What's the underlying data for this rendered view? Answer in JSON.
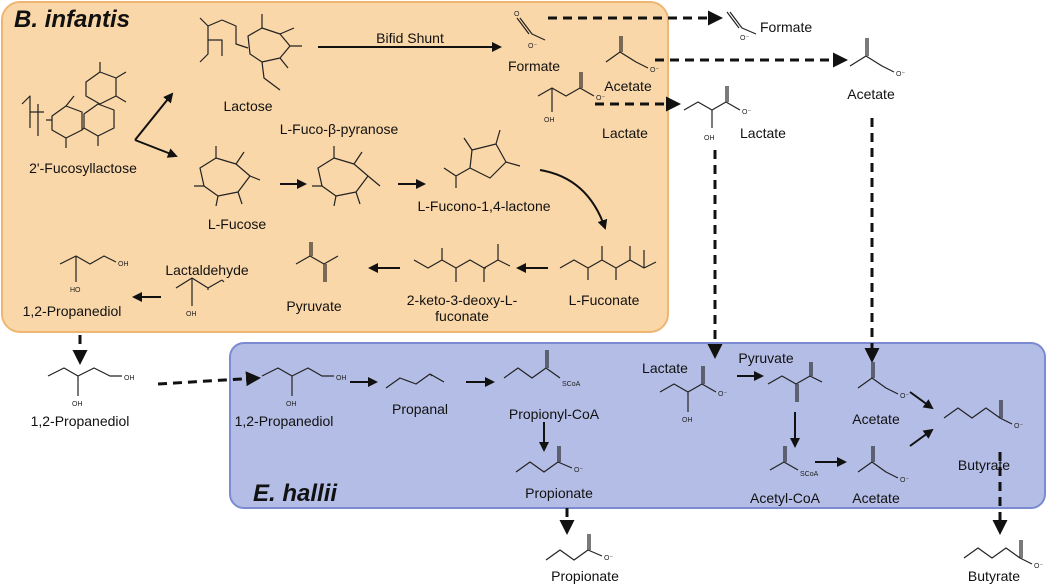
{
  "colors": {
    "b_infantis_fill": "#fad7a8",
    "b_infantis_border": "#efb672",
    "e_hallii_fill": "#b4bde6",
    "e_hallii_border": "#7c8bd0"
  },
  "organisms": {
    "b_infantis": "B. infantis",
    "e_hallii": "E. hallii"
  },
  "pathway": {
    "bifid_shunt": "Bifid Shunt"
  },
  "b_infantis": {
    "fucosyllactose": "2'-Fucosyllactose",
    "lactose": "Lactose",
    "fuco_pyranose": "L-Fuco-β-pyranose",
    "fucose": "L-Fucose",
    "fucono_lactone": "L-Fucono-1,4-lactone",
    "fuconate": "L-Fuconate",
    "keto_deoxy_line1": "2-keto-3-deoxy-L-",
    "keto_deoxy_line2": "fuconate",
    "pyruvate": "Pyruvate",
    "lactaldehyde": "Lactaldehyde",
    "propanediol": "1,2-Propanediol",
    "formate": "Formate",
    "acetate": "Acetate",
    "lactate": "Lactate"
  },
  "external": {
    "formate": "Formate",
    "acetate": "Acetate",
    "lactate": "Lactate",
    "propanediol": "1,2-Propanediol",
    "propionate": "Propionate",
    "butyrate": "Butyrate"
  },
  "e_hallii": {
    "propanediol": "1,2-Propanediol",
    "propanal": "Propanal",
    "propionyl_coa": "Propionyl-CoA",
    "propionate": "Propionate",
    "lactate": "Lactate",
    "pyruvate": "Pyruvate",
    "acetyl_coa": "Acetyl-CoA",
    "acetate_upper": "Acetate",
    "acetate_lower": "Acetate",
    "butyrate": "Butyrate"
  },
  "atoms": {
    "o": "O",
    "oh": "OH",
    "ho": "HO",
    "o_minus": "O⁻",
    "scoa": "SCoA"
  }
}
